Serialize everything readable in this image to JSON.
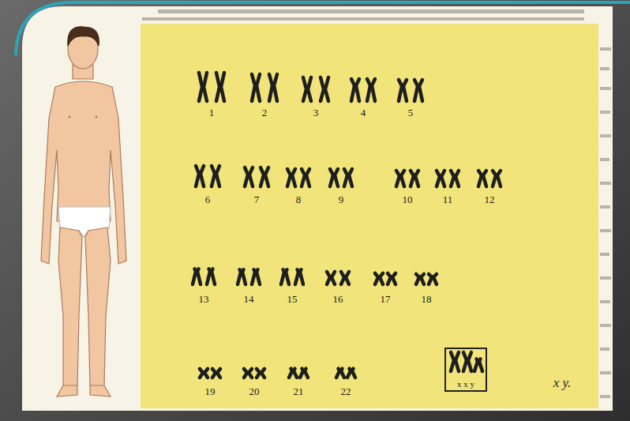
{
  "diagram": {
    "nodes": [
      {
        "text": [
          "x x y"
        ]
      }
    ],
    "labels": [
      "1",
      "2",
      "3",
      "4",
      "5",
      "6",
      "7",
      "8",
      "9",
      "10",
      "11",
      "12",
      "13",
      "14",
      "15",
      "16",
      "17",
      "18",
      "19",
      "20",
      "21",
      "22",
      "x y."
    ]
  }
}
